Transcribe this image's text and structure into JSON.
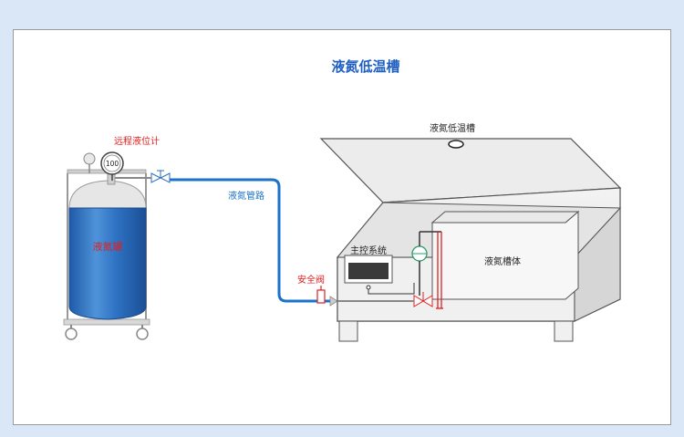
{
  "title": "液氮低温槽",
  "labels": {
    "remote_level_meter": "远程液位计",
    "gauge_value": "100",
    "tank": "液氮罐",
    "pipeline": "液氮管路",
    "safety_valve": "安全阀",
    "cryo_tank_top": "液氮低温槽",
    "main_control": "主控系统",
    "tank_body": "液氮槽体"
  },
  "colors": {
    "title_blue": "#1f5fc2",
    "red_label": "#e02020",
    "pipe_blue": "#1a73c9",
    "tank_fill": "#2f73c4"
  }
}
